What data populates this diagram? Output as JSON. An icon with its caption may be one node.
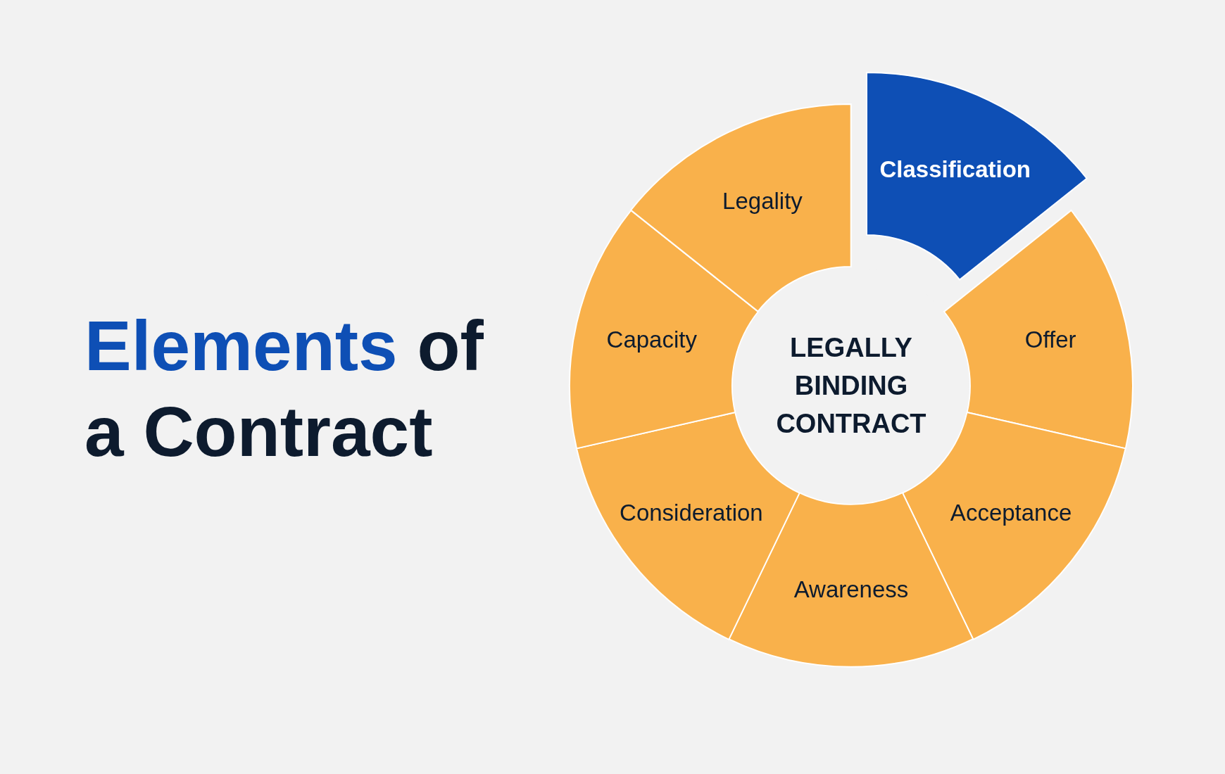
{
  "diagram": {
    "title": "Elements of a Contract",
    "nodes": [
      {
        "text": [
          "LEGALLY BINDING CONTRACT"
        ]
      },
      {
        "text": [
          "Classification"
        ]
      },
      {
        "text": [
          "Offer"
        ]
      },
      {
        "text": [
          "Acceptance"
        ]
      },
      {
        "text": [
          "Awareness"
        ]
      },
      {
        "text": [
          "Consideration"
        ]
      },
      {
        "text": [
          "Capacity"
        ]
      },
      {
        "text": [
          "Legality"
        ]
      }
    ]
  }
}
